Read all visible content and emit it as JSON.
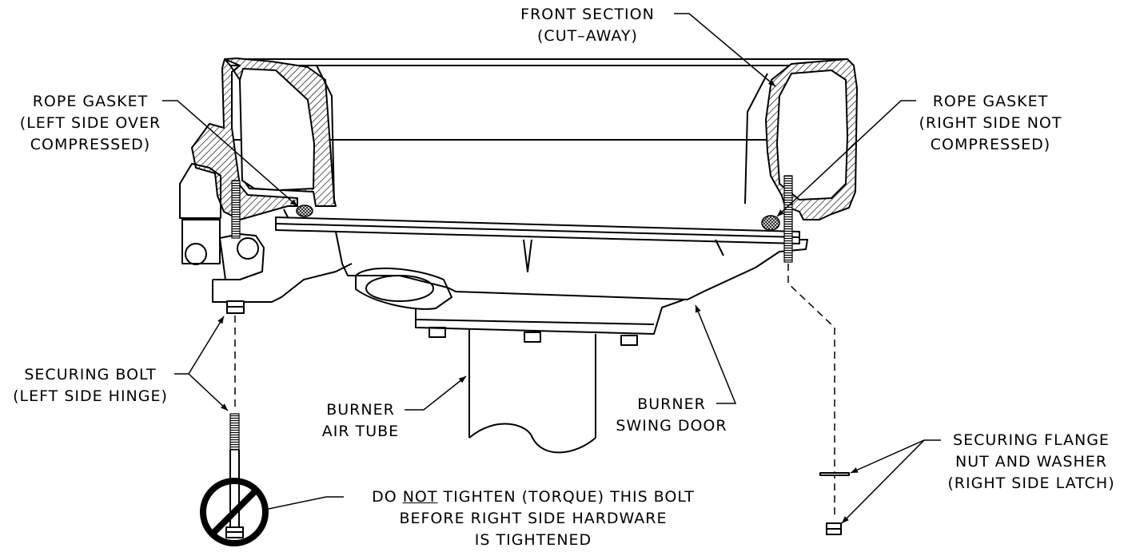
{
  "labels": {
    "front_section": [
      "FRONT SECTION",
      "(CUT–AWAY)"
    ],
    "rope_gasket_left": [
      "ROPE GASKET",
      "(LEFT SIDE OVER",
      "COMPRESSED)"
    ],
    "rope_gasket_right": [
      "ROPE GASKET",
      "(RIGHT SIDE NOT",
      "COMPRESSED)"
    ],
    "securing_bolt": [
      "SECURING BOLT",
      "(LEFT SIDE HINGE)"
    ],
    "burner_air_tube": [
      "BURNER",
      "AIR TUBE"
    ],
    "burner_swing_door": [
      "BURNER",
      "SWING DOOR"
    ],
    "securing_flange": [
      "SECURING FLANGE",
      "NUT AND WASHER",
      "(RIGHT SIDE LATCH)"
    ],
    "warning": {
      "prefix": "DO ",
      "emphasis": "NOT",
      "suffix": " TIGHTEN (TORQUE) THIS BOLT",
      "line2": "BEFORE RIGHT SIDE HARDWARE",
      "line3": "IS TIGHTENED"
    }
  },
  "icons": {
    "prohibition": "no-symbol-icon"
  },
  "colors": {
    "line": "#000000",
    "background": "#ffffff"
  }
}
